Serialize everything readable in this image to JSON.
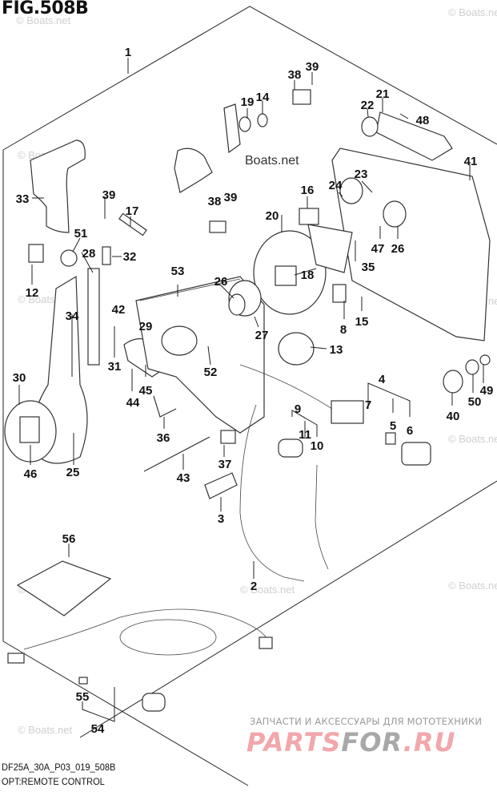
{
  "figure": {
    "title": "FIG.508B",
    "code": "DF25A_30A_P03_019_508B",
    "description": "OPT:REMOTE CONTROL"
  },
  "watermarks": {
    "boats": "© Boats.net",
    "boats_dark": "Boats.net"
  },
  "promo": {
    "tagline": "ЗАПЧАСТИ И АКСЕССУАРЫ ДЛЯ МОТОТЕХНИКИ",
    "logo_part1": "PARTS",
    "logo_part2": "FOR",
    "logo_part3": ".RU",
    "colors": {
      "primary": "#f2a7ab",
      "secondary": "#a8a8a8"
    }
  },
  "callouts": [
    {
      "id": "c1",
      "label": "1"
    },
    {
      "id": "c2",
      "label": "2"
    },
    {
      "id": "c3",
      "label": "3"
    },
    {
      "id": "c4",
      "label": "4"
    },
    {
      "id": "c5",
      "label": "5"
    },
    {
      "id": "c6",
      "label": "6"
    },
    {
      "id": "c7",
      "label": "7"
    },
    {
      "id": "c8",
      "label": "8"
    },
    {
      "id": "c9",
      "label": "9"
    },
    {
      "id": "c10",
      "label": "10"
    },
    {
      "id": "c11",
      "label": "11"
    },
    {
      "id": "c12",
      "label": "12"
    },
    {
      "id": "c13",
      "label": "13"
    },
    {
      "id": "c14",
      "label": "14"
    },
    {
      "id": "c15",
      "label": "15"
    },
    {
      "id": "c16",
      "label": "16"
    },
    {
      "id": "c17",
      "label": "17"
    },
    {
      "id": "c18",
      "label": "18"
    },
    {
      "id": "c19",
      "label": "19"
    },
    {
      "id": "c20",
      "label": "20"
    },
    {
      "id": "c21",
      "label": "21"
    },
    {
      "id": "c22",
      "label": "22"
    },
    {
      "id": "c23",
      "label": "23"
    },
    {
      "id": "c24",
      "label": "24"
    },
    {
      "id": "c25",
      "label": "25"
    },
    {
      "id": "c26a",
      "label": "26"
    },
    {
      "id": "c26b",
      "label": "26"
    },
    {
      "id": "c27",
      "label": "27"
    },
    {
      "id": "c28",
      "label": "28"
    },
    {
      "id": "c29",
      "label": "29"
    },
    {
      "id": "c30",
      "label": "30"
    },
    {
      "id": "c31",
      "label": "31"
    },
    {
      "id": "c32",
      "label": "32"
    },
    {
      "id": "c33",
      "label": "33"
    },
    {
      "id": "c34",
      "label": "34"
    },
    {
      "id": "c35",
      "label": "35"
    },
    {
      "id": "c36",
      "label": "36"
    },
    {
      "id": "c37",
      "label": "37"
    },
    {
      "id": "c38a",
      "label": "38"
    },
    {
      "id": "c38b",
      "label": "38"
    },
    {
      "id": "c39a",
      "label": "39"
    },
    {
      "id": "c39b",
      "label": "39"
    },
    {
      "id": "c39c",
      "label": "39"
    },
    {
      "id": "c40",
      "label": "40"
    },
    {
      "id": "c41",
      "label": "41"
    },
    {
      "id": "c42",
      "label": "42"
    },
    {
      "id": "c43",
      "label": "43"
    },
    {
      "id": "c44",
      "label": "44"
    },
    {
      "id": "c45",
      "label": "45"
    },
    {
      "id": "c46",
      "label": "46"
    },
    {
      "id": "c47",
      "label": "47"
    },
    {
      "id": "c48",
      "label": "48"
    },
    {
      "id": "c49",
      "label": "49"
    },
    {
      "id": "c50",
      "label": "50"
    },
    {
      "id": "c51",
      "label": "51"
    },
    {
      "id": "c52",
      "label": "52"
    },
    {
      "id": "c53",
      "label": "53"
    },
    {
      "id": "c54",
      "label": "54"
    },
    {
      "id": "c55",
      "label": "55"
    },
    {
      "id": "c56",
      "label": "56"
    }
  ]
}
